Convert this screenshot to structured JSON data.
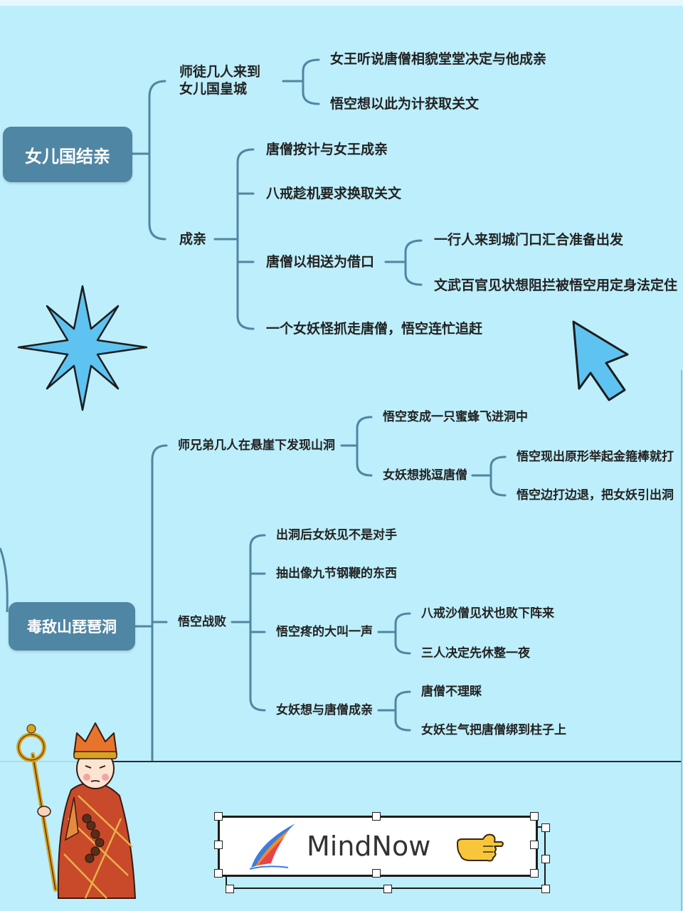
{
  "mindmap": {
    "root1": {
      "label": "女儿国结亲",
      "branch_a": {
        "label": "师徒几人来到\n女儿国皇城",
        "children": [
          "女王听说唐僧相貌堂堂决定与他成亲",
          "悟空想以此为计获取关文"
        ]
      },
      "branch_b": {
        "label": "成亲",
        "child1": "唐僧按计与女王成亲",
        "child2": "八戒趁机要求换取关文",
        "child3": {
          "label": "唐僧以相送为借口",
          "children": [
            "一行人来到城门口汇合准备出发",
            "文武百官见状想阻拦被悟空用定身法定住"
          ]
        },
        "child4": "一个女妖怪抓走唐僧，悟空连忙追赶"
      }
    },
    "root2": {
      "label": "毒敌山琵琶洞",
      "branch_a": {
        "label": "师兄弟几人在悬崖下发现山洞",
        "child1": "悟空变成一只蜜蜂飞进洞中",
        "child2": {
          "label": "女妖想挑逗唐僧",
          "children": [
            "悟空现出原形举起金箍棒就打",
            "悟空边打边退，把女妖引出洞"
          ]
        }
      },
      "branch_b": {
        "label": "悟空战败",
        "child1": "出洞后女妖见不是对手",
        "child2": "抽出像九节钢鞭的东西",
        "child3": {
          "label": "悟空疼的大叫一声",
          "children": [
            "八戒沙僧见状也败下阵来",
            "三人决定先休整一夜"
          ]
        },
        "child4": {
          "label": "女妖想与唐僧成亲",
          "children": [
            "唐僧不理睬",
            "女妖生气把唐僧绑到柱子上"
          ]
        }
      }
    }
  },
  "decorations": {
    "icons": [
      "star-icon",
      "cursor-arrow-icon",
      "tang-monk-illustration",
      "pointing-hand-icon",
      "brush-logo-icon"
    ],
    "colors": {
      "background": "#bdeefb",
      "branch": "#4f86a3",
      "star": "#5ec3f0",
      "cursor": "#5ec3f0"
    }
  },
  "brand": {
    "name": "MindNow"
  }
}
